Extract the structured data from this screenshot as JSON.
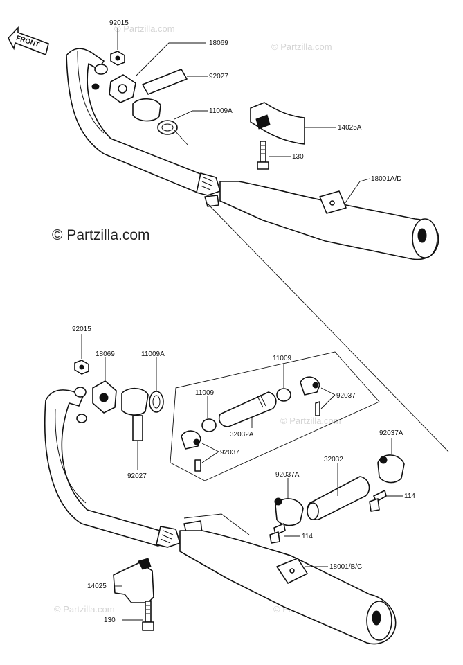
{
  "arrow_label": "FRONT",
  "watermark_main": "© Partzilla.com",
  "watermark_faint": "© Partzilla.com",
  "upper_labels": {
    "nut": "92015",
    "holder": "18069",
    "shield_strip": "92027",
    "gasket": "11009A",
    "bracket": "14025A",
    "bolt": "130",
    "muffler": "18001A/D"
  },
  "lower_labels": {
    "nut": "92015",
    "holder": "18069",
    "gasket": "11009A",
    "shield_strip": "92027",
    "gasket_right": "11009",
    "gasket_left": "11009",
    "pipe_kit": "32032A",
    "clamp_right": "92037",
    "clamp_left": "92037",
    "clamp_a_right": "92037A",
    "pipe": "32032",
    "clamp_a_left": "92037A",
    "bolt_right": "114",
    "bolt_left": "114",
    "muffler": "18001/B/C",
    "bracket": "14025",
    "bolt": "130"
  }
}
